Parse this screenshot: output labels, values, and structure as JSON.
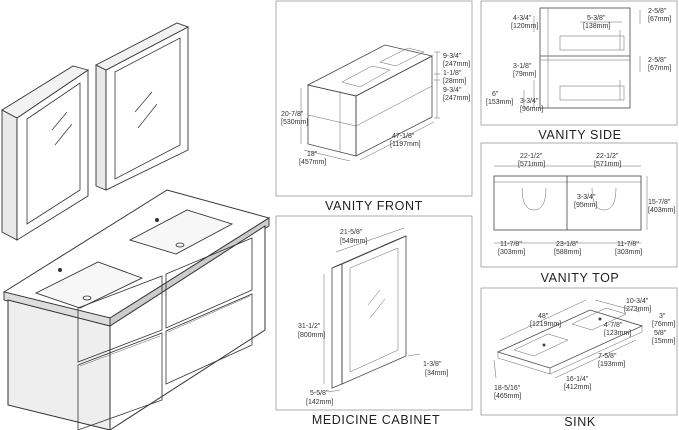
{
  "captions": {
    "vanity_front": "VANITY FRONT",
    "vanity_side": "VANITY SIDE",
    "vanity_top": "VANITY TOP",
    "medicine_cabinet": "MEDICINE CABINET",
    "sink": "SINK"
  },
  "vanity_front": {
    "d1": "9-3/4\"",
    "d1m": "[247mm]",
    "d2": "1-1/8\"",
    "d2m": "[28mm]",
    "d3": "9-3/4\"",
    "d3m": "[247mm]",
    "height": "20-7/8\"",
    "heightm": "[530mm]",
    "depth": "18\"",
    "depthm": "[457mm]",
    "width": "47-1/8\"",
    "widthm": "[1197mm]"
  },
  "vanity_side": {
    "a": "4-3/4\"",
    "am": "[120mm]",
    "b": "5-3/8\"",
    "bm": "[138mm]",
    "c": "2-5/8\"",
    "cm": "[67mm]",
    "d": "3-1/8\"",
    "dm": "[79mm]",
    "e": "2-5/8\"",
    "em": "[67mm]",
    "f": "6\"",
    "fm": "[153mm]",
    "g": "3-3/4\"",
    "gm": "[96mm]"
  },
  "vanity_top": {
    "l1": "22-1/2\"",
    "l1m": "[571mm]",
    "l2": "22-1/2\"",
    "l2m": "[571mm]",
    "c1": "3-3/4\"",
    "c1m": "[95mm]",
    "h": "15-7/8\"",
    "hm": "[403mm]",
    "b1": "11-7/8\"",
    "b1m": "[303mm]",
    "b2": "23-1/8\"",
    "b2m": "[588mm]",
    "b3": "11-7/8\"",
    "b3m": "[303mm]"
  },
  "medicine_cabinet": {
    "w": "21-5/8\"",
    "wm": "[549mm]",
    "h": "31-1/2\"",
    "hm": "[800mm]",
    "d": "1-3/8\"",
    "dm": "[34mm]",
    "d2": "5-5/8\"",
    "d2m": "[142mm]"
  },
  "sink": {
    "w": "48\"",
    "wm": "[1219mm]",
    "a": "10-3/4\"",
    "am": "[273mm]",
    "b": "3\"",
    "bm": "[76mm]",
    "c": "4-7/8\"",
    "cm": "[123mm]",
    "e": "5/8\"",
    "em": "[15mm]",
    "f": "7-5/8\"",
    "fm": "[193mm]",
    "g": "16-1/4\"",
    "gm": "[412mm]",
    "h": "18-5/16\"",
    "hm": "[465mm]"
  }
}
